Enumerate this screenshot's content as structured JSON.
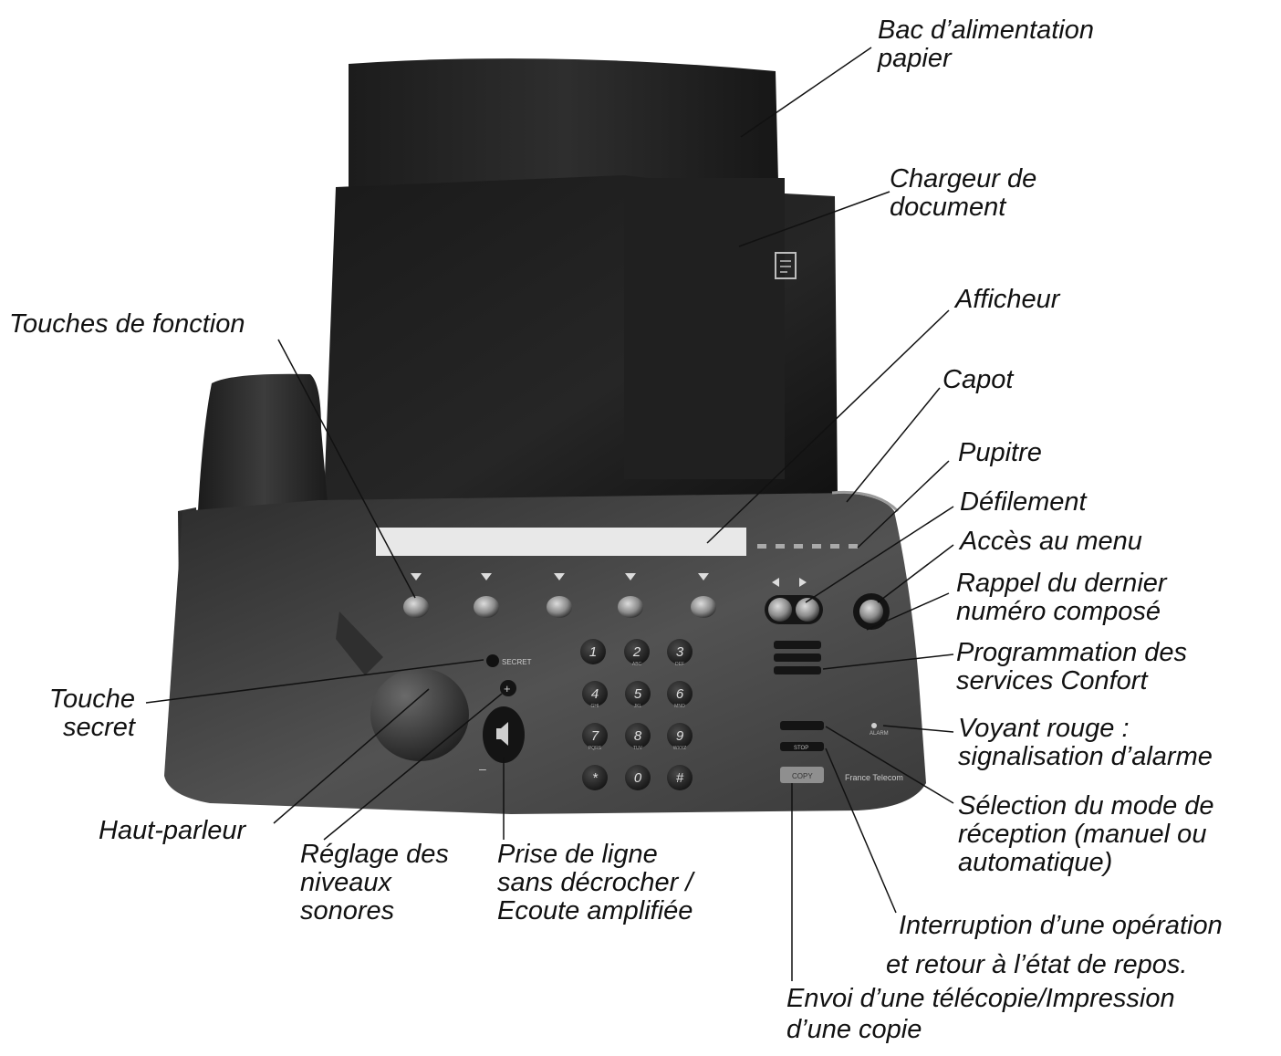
{
  "labels": {
    "bac": [
      "Bac d’alimentation",
      "papier"
    ],
    "chargeur": [
      "Chargeur de",
      "document"
    ],
    "afficheur": [
      "Afficheur"
    ],
    "capot": [
      "Capot"
    ],
    "pupitre": [
      "Pupitre"
    ],
    "defilement": [
      "Défilement"
    ],
    "menu": [
      "Accès au menu"
    ],
    "rappel": [
      "Rappel du dernier",
      "numéro composé"
    ],
    "programmation": [
      "Programmation des",
      "services Confort"
    ],
    "voyant": [
      "Voyant rouge :",
      "signalisation d’alarme"
    ],
    "selection": [
      "Sélection du mode de",
      "réception (manuel ou",
      "automatique)"
    ],
    "interruption": [
      "Interruption d’une opération",
      "et retour à l’état de repos."
    ],
    "envoi": [
      "Envoi d’une télécopie/Impression",
      "d’une copie"
    ],
    "touches_fonction": [
      "Touches de fonction"
    ],
    "touche_secret": [
      "Touche",
      "secret"
    ],
    "haut_parleur": [
      "Haut-parleur"
    ],
    "reglage": [
      "Réglage des",
      "niveaux",
      "sonores"
    ],
    "prise": [
      "Prise de ligne",
      "sans décrocher /",
      "Ecoute amplifiée"
    ]
  },
  "keypad": [
    "1",
    "2",
    "3",
    "4",
    "5",
    "6",
    "7",
    "8",
    "9",
    "*",
    "0",
    "#"
  ],
  "keypad_sub": [
    "",
    "ABC",
    "DEF",
    "GHI",
    "JKL",
    "MNO",
    "PQRS",
    "TUV",
    "WXYZ",
    "",
    "",
    ""
  ],
  "device": {
    "secret_key": "SECRET",
    "alarm": "ALARM",
    "brand": "France Telecom",
    "stop_key": "STOP",
    "copy_key": "COPY"
  },
  "colors": {
    "body": "#3a3a3a",
    "body_dark": "#151515",
    "display": "#e8e8e8",
    "line": "#111111"
  }
}
